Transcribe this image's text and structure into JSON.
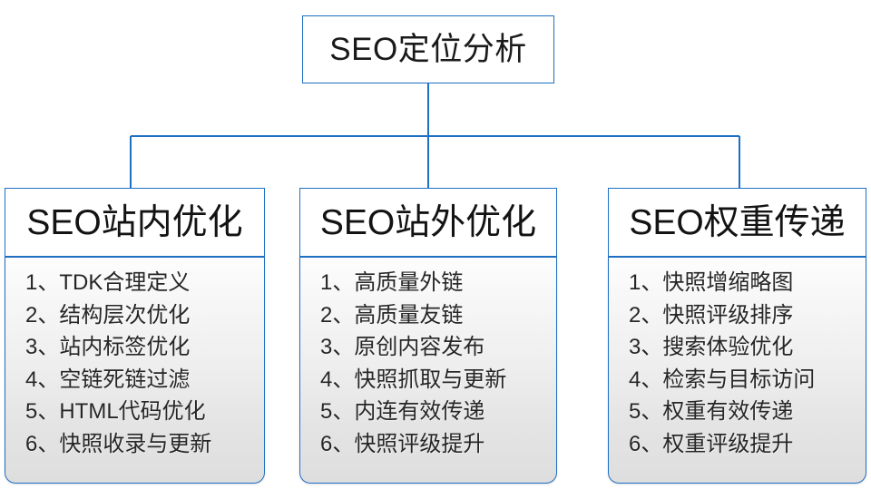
{
  "diagram": {
    "type": "org-tree",
    "colors": {
      "border": "#1f6fc4",
      "root_fill": "#ffffff",
      "header_fill": "#ffffff",
      "body_fill_top": "#fdfdfd",
      "body_fill_bottom": "#dedede",
      "text": "#1a1a1a",
      "background": "#ffffff"
    },
    "root": {
      "label": "SEO定位分析"
    },
    "branches": [
      {
        "id": "seo-onsite",
        "header": "SEO站内优化",
        "items": [
          "1、TDK合理定义",
          "2、结构层次优化",
          "3、站内标签优化",
          "4、空链死链过滤",
          "5、HTML代码优化",
          "6、快照收录与更新"
        ]
      },
      {
        "id": "seo-offsite",
        "header": "SEO站外优化",
        "items": [
          "1、高质量外链",
          "2、高质量友链",
          "3、原创内容发布",
          "4、快照抓取与更新",
          "5、内连有效传递",
          "6、快照评级提升"
        ]
      },
      {
        "id": "seo-weight",
        "header": "SEO权重传递",
        "items": [
          "1、快照增缩略图",
          "2、快照评级排序",
          "3、搜索体验优化",
          "4、检索与目标访问",
          "5、权重有效传递",
          "6、权重评级提升"
        ]
      }
    ]
  }
}
